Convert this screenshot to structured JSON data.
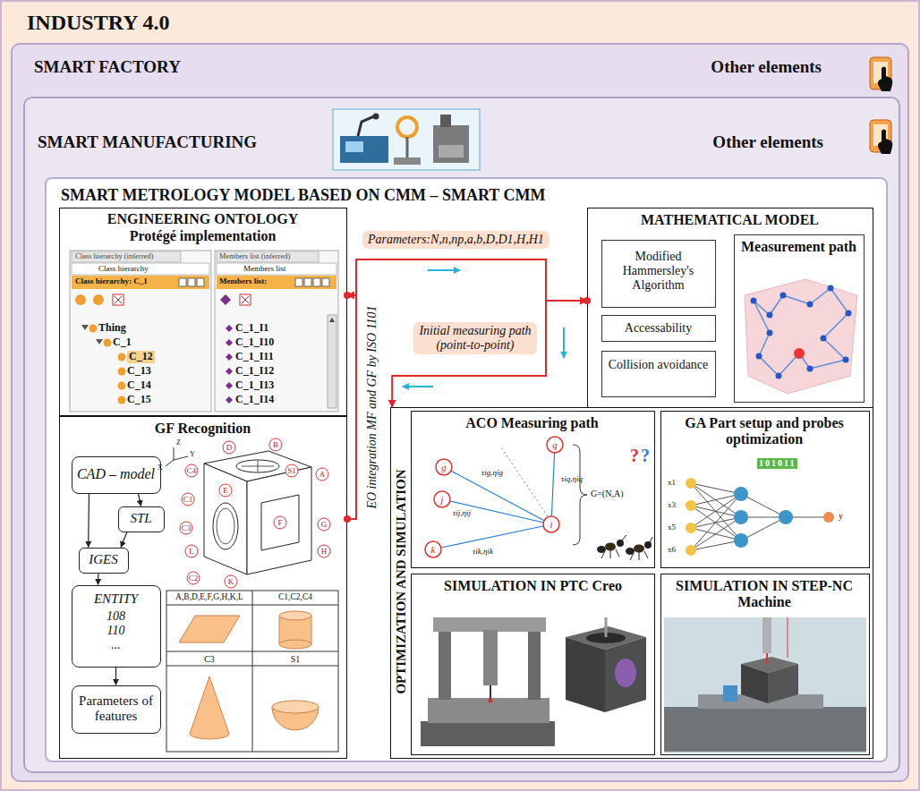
{
  "diagram": {
    "title": "INDUSTRY 4.0",
    "nodes": [
      {
        "text": [
          "INDUSTRY 4.0"
        ]
      },
      {
        "text": [
          "SMART FACTORY",
          "Other elements"
        ],
        "in": 0
      },
      {
        "text": [
          "SMART MANUFACTURING",
          "Other elements"
        ],
        "in": 1
      },
      {
        "text": [
          "SMART METROLOGY MODEL BASED ON CMM – SMART CMM"
        ],
        "in": 2
      },
      {
        "text": [
          "ENGINEERING ONTOLOGY",
          "Protégé implementation"
        ],
        "in": 3
      },
      {
        "text": [
          "MATHEMATICAL MODEL"
        ],
        "in": 3
      },
      {
        "text": [
          "Modified Hammersley's Algorithm"
        ],
        "in": 5
      },
      {
        "text": [
          "Accessability"
        ],
        "in": 5
      },
      {
        "text": [
          "Collision avoidance"
        ],
        "in": 5
      },
      {
        "text": [
          "Measurement path"
        ],
        "in": 5
      },
      {
        "text": [
          "GF Recognition"
        ],
        "in": 3
      },
      {
        "text": [
          "CAD – model"
        ],
        "in": 10
      },
      {
        "text": [
          "STL"
        ],
        "in": 10
      },
      {
        "text": [
          "IGES"
        ],
        "in": 10
      },
      {
        "text": [
          "ENTITY",
          "108 110 ..."
        ],
        "in": 10
      },
      {
        "text": [
          "Parameters of features"
        ],
        "in": 10
      },
      {
        "text": [
          "OPTIMIZATION AND SIMULATION"
        ],
        "in": 3
      },
      {
        "text": [
          "ACO Measuring path"
        ],
        "in": 16
      },
      {
        "text": [
          "GA Part setup and probes optimization"
        ],
        "in": 16
      },
      {
        "text": [
          "SIMULATION IN PTC Creo"
        ],
        "in": 16
      },
      {
        "text": [
          "SIMULATION IN STEP-NC Machine"
        ],
        "in": 16
      }
    ],
    "edges": [
      {
        "from": 4,
        "to": 5,
        "arrow": "to",
        "label": "Parameters:N,n,np,a,b,D,D1,H,H1"
      },
      {
        "from": 5,
        "to": 16,
        "arrow": "to",
        "label": "Initial measuring path (point-to-point)"
      },
      {
        "from": 10,
        "to": 4,
        "arrow": "to",
        "label": "EO integration MF and GF by ISO 1101"
      },
      {
        "from": 11,
        "to": 12,
        "arrow": "to"
      },
      {
        "from": 11,
        "to": 13,
        "arrow": "to"
      },
      {
        "from": 12,
        "to": 13,
        "arrow": "to"
      },
      {
        "from": 13,
        "to": 14,
        "arrow": "to"
      },
      {
        "from": 14,
        "to": 15,
        "arrow": "to"
      }
    ],
    "labels": [
      "Class hierarchy (inferred)",
      "Class hierarchy",
      "Class hierarchy: C_1",
      "Members list (inferred)",
      "Members list",
      "Members list:",
      "Thing",
      "C_1",
      "C_12",
      "C_13",
      "C_14",
      "C_15",
      "C_1_I1",
      "C_1_I10",
      "C_1_I11",
      "C_1_I12",
      "C_1_I13",
      "C_1_I14",
      "Z",
      "Y",
      "X",
      "A",
      "B",
      "D",
      "C4",
      "C1",
      "C3",
      "E",
      "F",
      "G",
      "H",
      "L",
      "C2",
      "K",
      "S1",
      "A,B,D,E,F,G,H,K,L",
      "C1,C2,C4",
      "C3",
      "S1",
      "q",
      "g",
      "j",
      "k",
      "i",
      "τiq,ηiq",
      "τig,ηig",
      "τij,ηij",
      "τik,ηik",
      "G=(N,A)",
      "?",
      "?",
      "x1",
      "x3",
      "x5",
      "x6",
      "101011",
      "y"
    ]
  }
}
